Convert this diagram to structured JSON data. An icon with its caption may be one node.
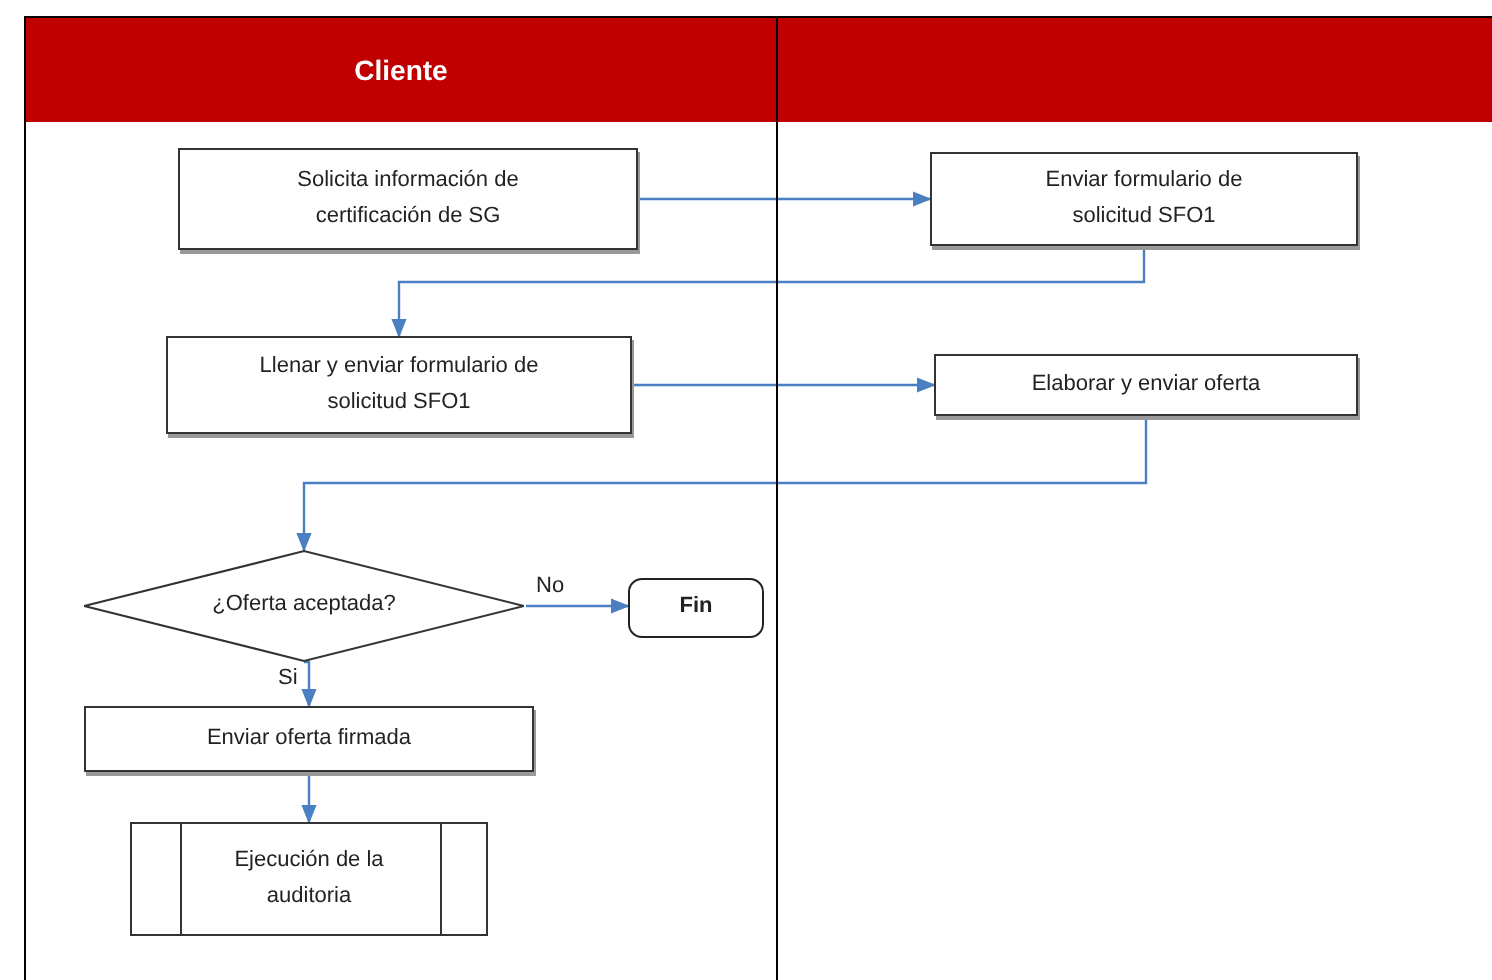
{
  "diagram": {
    "nodes": [
      {
        "text": [
          "Cliente"
        ]
      },
      {
        "text": [],
        "shape": "box"
      },
      {
        "text": [
          "Solicita información de certificación de SG"
        ],
        "in": 0
      },
      {
        "text": [
          "Enviar formulario de solicitud SFO1"
        ],
        "in": 1
      },
      {
        "text": [
          "Llenar y enviar formulario de solicitud SFO1"
        ],
        "in": 0
      },
      {
        "text": [
          "Elaborar y enviar oferta"
        ],
        "in": 1
      },
      {
        "text": [
          "¿Oferta aceptada?"
        ],
        "in": 0
      },
      {
        "text": [
          "Fin"
        ],
        "in": 0
      },
      {
        "text": [
          "Enviar oferta firmada"
        ],
        "in": 0
      },
      {
        "text": [
          "Ejecución de la auditoria"
        ],
        "in": 0
      }
    ],
    "edges": [
      {
        "from": 2,
        "to": 3,
        "arrow": "to"
      },
      {
        "from": 3,
        "to": 4,
        "arrow": "to"
      },
      {
        "from": 4,
        "to": 5,
        "arrow": "to"
      },
      {
        "from": 5,
        "to": 6,
        "arrow": "to"
      },
      {
        "from": 6,
        "to": 7,
        "arrow": "to",
        "label": "No"
      },
      {
        "from": 6,
        "to": 8,
        "arrow": "to",
        "label": "Si"
      },
      {
        "from": 8,
        "to": 9,
        "arrow": "to"
      }
    ]
  }
}
